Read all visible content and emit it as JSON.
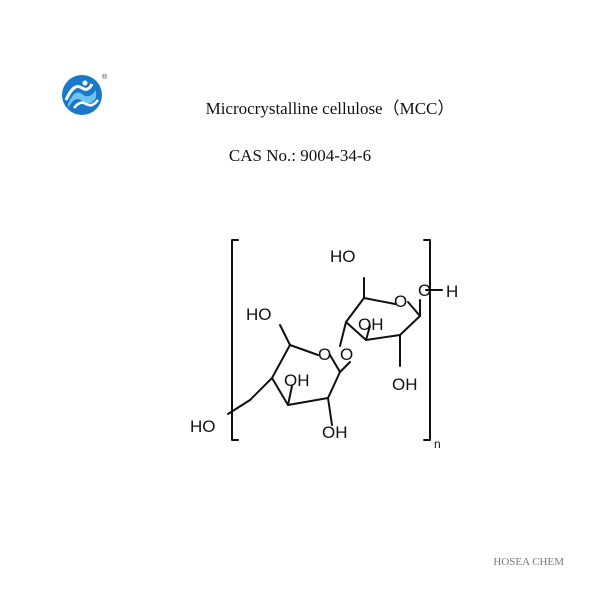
{
  "logo": {
    "icon": "hosea-chem-logo-icon",
    "mark": "®",
    "colors": {
      "primary": "#1a78c8",
      "light": "#6fc3ee"
    }
  },
  "title": "Microcrystalline cellulose（MCC）",
  "cas": "CAS No.: 9004-34-6",
  "structure": {
    "labels": {
      "ho_top": "HO",
      "o_h": "O",
      "h": "H",
      "ring_o_right": "O",
      "oh_right_ring": "OH",
      "oh_right_bottom": "OH",
      "ho_left_top": "HO",
      "glycosidic_o": "O",
      "ring_o_left": "O",
      "oh_left_ring": "OH",
      "ho_left": "HO",
      "oh_left_bottom": "OH",
      "n": "n"
    }
  },
  "footer": "HOSEA CHEM"
}
